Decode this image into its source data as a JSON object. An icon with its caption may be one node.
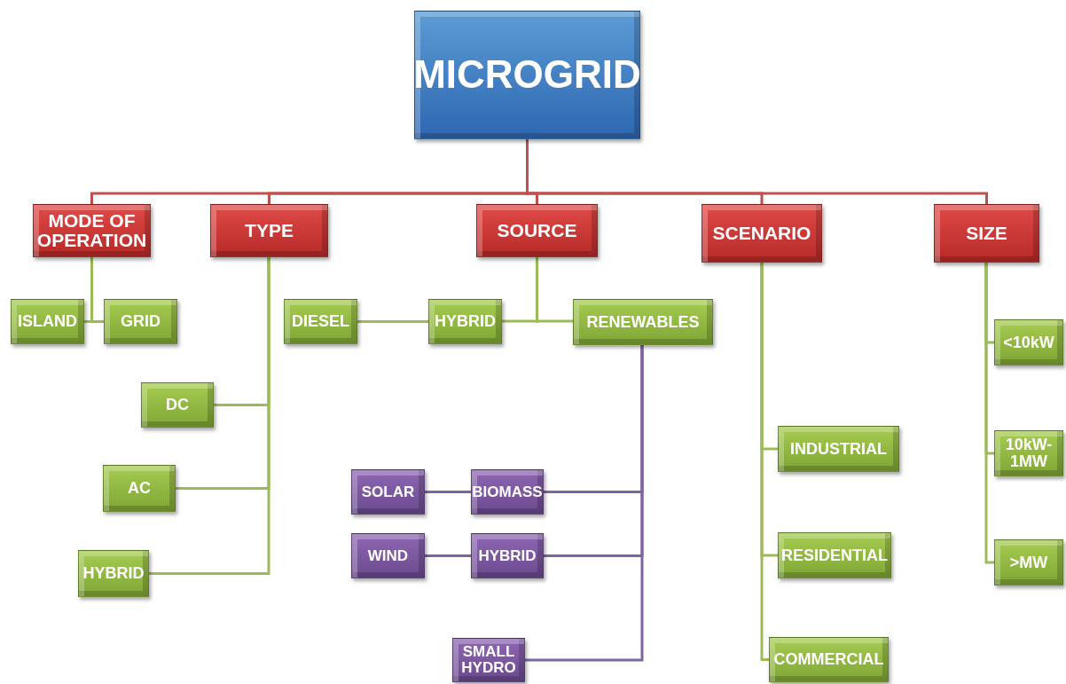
{
  "diagram": {
    "nodes": [
      {
        "text": [
          "MICROGRID"
        ]
      },
      {
        "text": [
          "MODE OF OPERATION"
        ]
      },
      {
        "text": [
          "TYPE"
        ]
      },
      {
        "text": [
          "SOURCE"
        ]
      },
      {
        "text": [
          "SCENARIO"
        ]
      },
      {
        "text": [
          "SIZE"
        ]
      },
      {
        "text": [
          "ISLAND"
        ]
      },
      {
        "text": [
          "GRID"
        ]
      },
      {
        "text": [
          "DIESEL"
        ]
      },
      {
        "text": [
          "HYBRID"
        ]
      },
      {
        "text": [
          "RENEWABLES"
        ]
      },
      {
        "text": [
          "DC"
        ]
      },
      {
        "text": [
          "AC"
        ]
      },
      {
        "text": [
          "HYBRID"
        ]
      },
      {
        "text": [
          "SOLAR"
        ]
      },
      {
        "text": [
          "BIOMASS"
        ]
      },
      {
        "text": [
          "WIND"
        ]
      },
      {
        "text": [
          "HYBRID"
        ]
      },
      {
        "text": [
          "SMALL HYDRO"
        ]
      },
      {
        "text": [
          "INDUSTRIAL"
        ]
      },
      {
        "text": [
          "RESIDENTIAL"
        ]
      },
      {
        "text": [
          "COMMERCIAL"
        ]
      },
      {
        "text": [
          "<10kW"
        ]
      },
      {
        "text": [
          "10kW- 1MW"
        ]
      },
      {
        "text": [
          ">MW"
        ]
      }
    ],
    "edges": [
      {
        "from": 0,
        "to": 1,
        "arrow": "none",
        "color": "#c0504d"
      },
      {
        "from": 0,
        "to": 2,
        "arrow": "none",
        "color": "#c0504d"
      },
      {
        "from": 0,
        "to": 3,
        "arrow": "none",
        "color": "#c0504d"
      },
      {
        "from": 0,
        "to": 4,
        "arrow": "none",
        "color": "#c0504d"
      },
      {
        "from": 0,
        "to": 5,
        "arrow": "none",
        "color": "#c0504d"
      },
      {
        "from": 1,
        "to": 6,
        "arrow": "none"
      },
      {
        "from": 1,
        "to": 7,
        "arrow": "none"
      },
      {
        "from": 2,
        "to": 11,
        "arrow": "none"
      },
      {
        "from": 2,
        "to": 12,
        "arrow": "none"
      },
      {
        "from": 2,
        "to": 13,
        "arrow": "none"
      },
      {
        "from": 3,
        "to": 9,
        "arrow": "none"
      },
      {
        "from": 3,
        "to": 10,
        "arrow": "none"
      },
      {
        "from": 8,
        "to": 9,
        "arrow": "none"
      },
      {
        "from": 10,
        "to": 15,
        "arrow": "none",
        "color": "#8064a2"
      },
      {
        "from": 10,
        "to": 17,
        "arrow": "none",
        "color": "#8064a2"
      },
      {
        "from": 10,
        "to": 18,
        "arrow": "none",
        "color": "#8064a2"
      },
      {
        "from": 14,
        "to": 15,
        "arrow": "none",
        "color": "#8064a2"
      },
      {
        "from": 16,
        "to": 17,
        "arrow": "none",
        "color": "#8064a2"
      },
      {
        "from": 4,
        "to": 19,
        "arrow": "none"
      },
      {
        "from": 4,
        "to": 20,
        "arrow": "none"
      },
      {
        "from": 4,
        "to": 21,
        "arrow": "none"
      },
      {
        "from": 5,
        "to": 22,
        "arrow": "none"
      },
      {
        "from": 5,
        "to": 23,
        "arrow": "none"
      },
      {
        "from": 5,
        "to": 24,
        "arrow": "none"
      }
    ]
  }
}
